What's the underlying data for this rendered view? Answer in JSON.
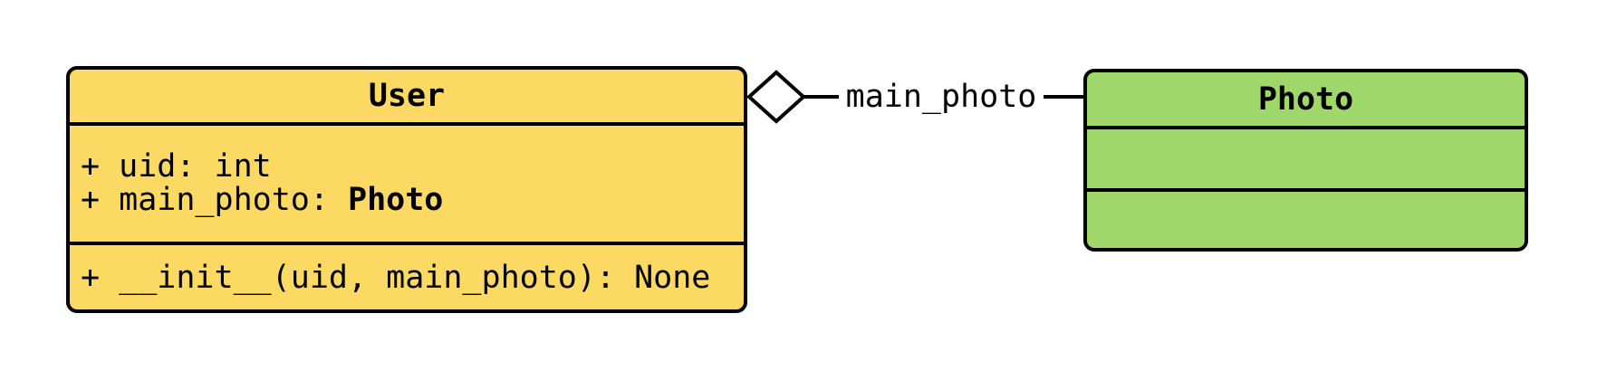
{
  "page": {
    "background": "#ffffff",
    "border_color": "#000000",
    "text_color": "#000000"
  },
  "diagram": {
    "user_class": {
      "name": "User",
      "fill": "#FCD963",
      "attributes": [
        {
          "text": "+ uid: int",
          "bold_suffix": ""
        },
        {
          "text": "+ main_photo: ",
          "bold_suffix": "Photo"
        }
      ],
      "methods": [
        {
          "text": "+ __init__(uid, main_photo): None"
        }
      ]
    },
    "photo_class": {
      "name": "Photo",
      "fill": "#A0D76B",
      "attributes": [],
      "methods": []
    },
    "relationship": {
      "type": "aggregation",
      "label": "main_photo",
      "diamond_fill": "#FFFFFF",
      "line_color": "#000000"
    }
  }
}
